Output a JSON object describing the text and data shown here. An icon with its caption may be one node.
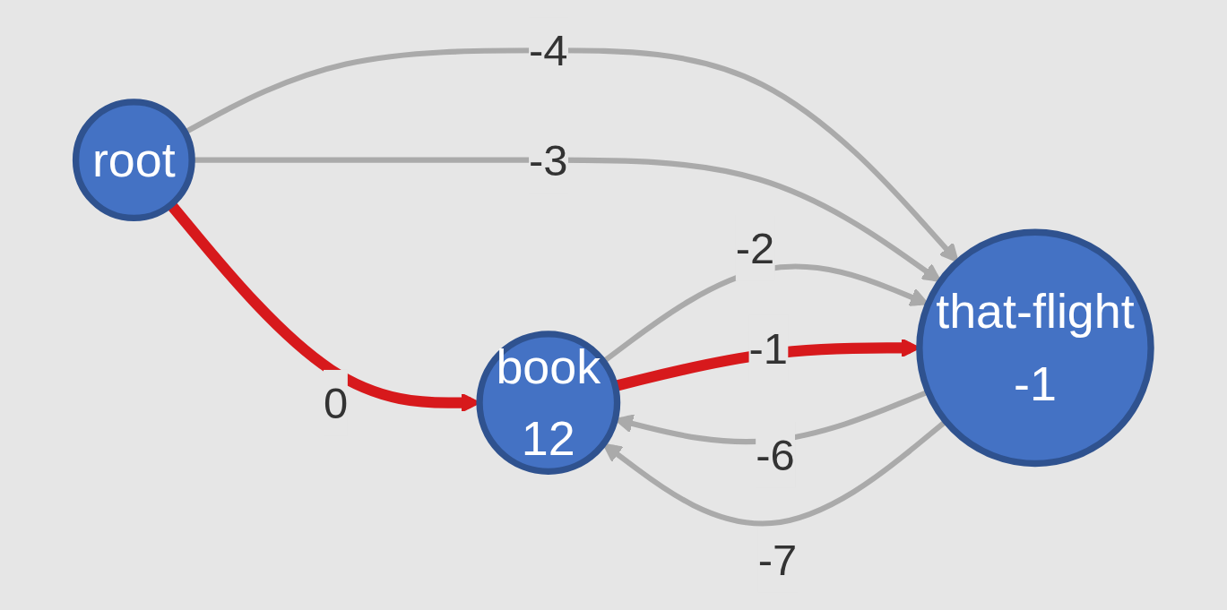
{
  "diagram": {
    "nodes": [
      {
        "text": [
          "root"
        ]
      },
      {
        "text": [
          "book",
          "12"
        ]
      },
      {
        "text": [
          "that-flight",
          "-1"
        ]
      }
    ],
    "edges": [
      {
        "from": 0,
        "to": 1,
        "arrow": "to",
        "label": "0",
        "style": "thick",
        "color": "#d7191c"
      },
      {
        "from": 0,
        "to": 2,
        "arrow": "to",
        "label": "-4"
      },
      {
        "from": 0,
        "to": 2,
        "arrow": "to",
        "label": "-3"
      },
      {
        "from": 1,
        "to": 2,
        "arrow": "to",
        "label": "-2"
      },
      {
        "from": 2,
        "to": 1,
        "arrow": "to",
        "label": "-6"
      },
      {
        "from": 2,
        "to": 1,
        "arrow": "to",
        "label": "-7"
      },
      {
        "from": 1,
        "to": 2,
        "arrow": "to",
        "label": "-1",
        "style": "thick",
        "color": "#d7191c"
      }
    ]
  }
}
